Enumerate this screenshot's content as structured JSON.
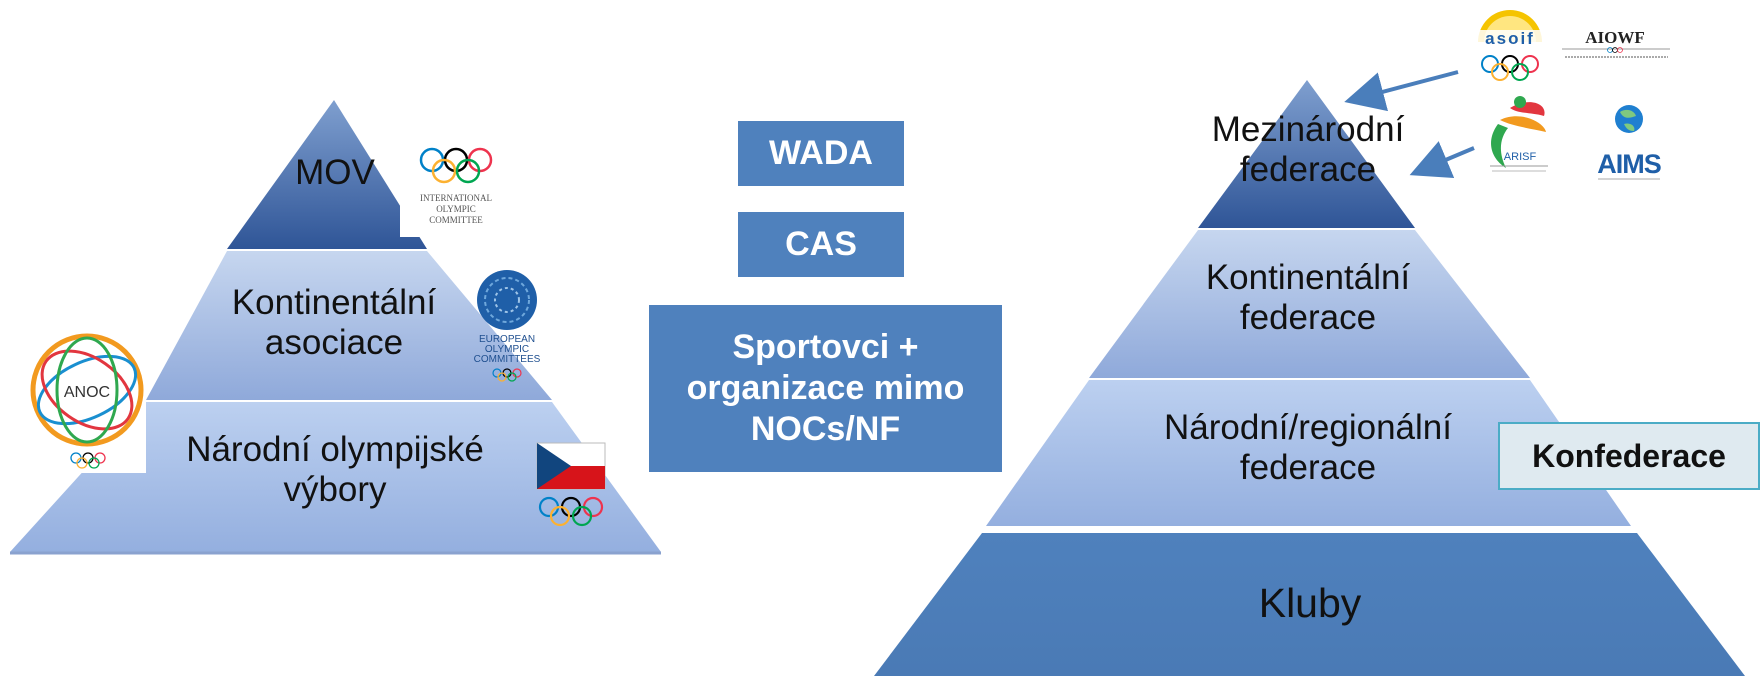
{
  "left_pyramid": {
    "tier1": "MOV",
    "tier2_line1": "Kontinentální",
    "tier2_line2": "asociace",
    "tier3_line1": "Národní olympijské",
    "tier3_line2": "výbory"
  },
  "center_boxes": {
    "wada": "WADA",
    "cas": "CAS",
    "sportovci_line1": "Sportovci +",
    "sportovci_line2": "organizace mimo",
    "sportovci_line3": "NOCs/NF"
  },
  "right_pyramid": {
    "tier1_line1": "Mezinárodní",
    "tier1_line2": "federace",
    "tier2_line1": "Kontinentální",
    "tier2_line2": "federace",
    "tier3_line1": "Národní/regionální",
    "tier3_line2": "federace",
    "tier4": "Kluby",
    "konfederace": "Konfederace"
  },
  "logos": {
    "ioc_line1": "INTERNATIONAL",
    "ioc_line2": "OLYMPIC",
    "ioc_line3": "COMMITTEE",
    "eoc_line1": "EUROPEAN",
    "eoc_line2": "OLYMPIC",
    "eoc_line3": "COMMITTEES",
    "anoc": "ANOC",
    "asoif": "asoif",
    "aiowf": "AIOWF",
    "arisf": "ARISF",
    "aims": "AIMS"
  },
  "colors": {
    "box_blue": "#4f81bd",
    "dark_tier": "#2f5597",
    "light_tier": "#b4c7e7",
    "konfederace_border": "#4bacc6",
    "konfederace_bg": "#dfeaf0",
    "arrow": "#4a7ebb"
  },
  "icons": [
    "ioc-rings-icon",
    "eoc-logo-icon",
    "anoc-logo-icon",
    "czech-flag-icon",
    "asoif-logo-icon",
    "aiowf-logo-icon",
    "arisf-logo-icon",
    "aims-logo-icon"
  ]
}
